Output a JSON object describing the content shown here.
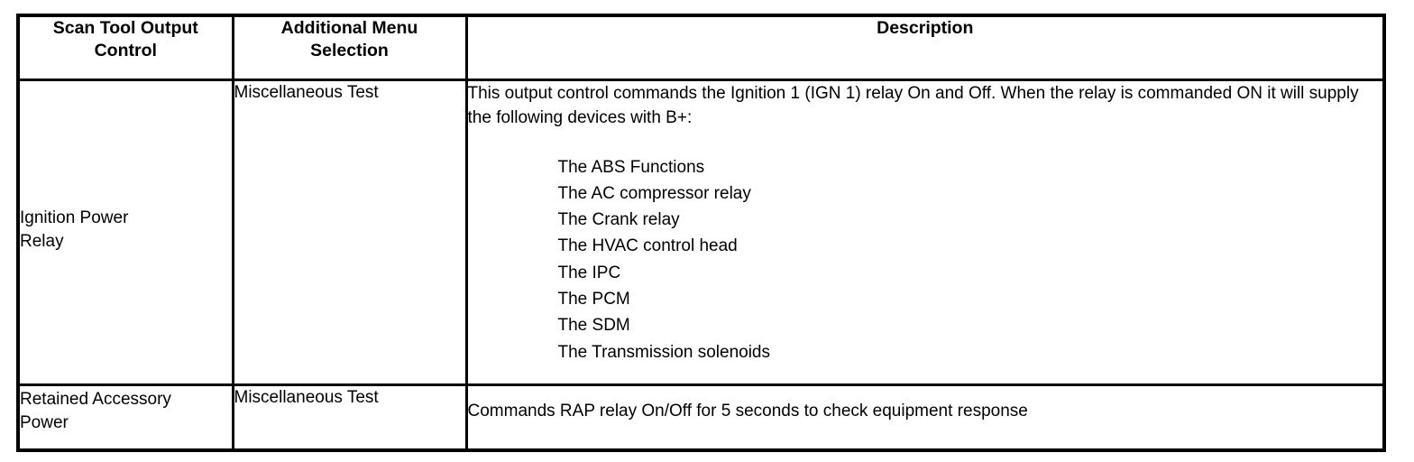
{
  "table": {
    "headers": [
      "Scan Tool Output Control",
      "Additional Menu Selection",
      "Description"
    ],
    "header_lines": {
      "col1_line1": "Scan Tool Output",
      "col1_line2": "Control",
      "col2_line1": "Additional Menu",
      "col2_line2": "Selection",
      "col3": "Description"
    },
    "rows": [
      {
        "control_line1": "Ignition Power",
        "control_line2": "Relay",
        "menu_selection": "Miscellaneous Test",
        "description_paragraph": "This output control commands the Ignition 1 (IGN 1) relay On and Off. When the relay is commanded ON it will supply the following devices with B+:",
        "device_list": [
          "The ABS Functions",
          "The AC compressor relay",
          "The Crank relay",
          "The HVAC control head",
          "The IPC",
          "The PCM",
          "The SDM",
          "The Transmission solenoids"
        ]
      },
      {
        "control_line1": "Retained Accessory",
        "control_line2": "Power",
        "menu_selection": "Miscellaneous Test",
        "description_paragraph": "Commands RAP relay On/Off for 5 seconds to check equipment response",
        "device_list": []
      }
    ]
  },
  "colors": {
    "border": "#000000",
    "background": "#ffffff",
    "text": "#000000"
  }
}
